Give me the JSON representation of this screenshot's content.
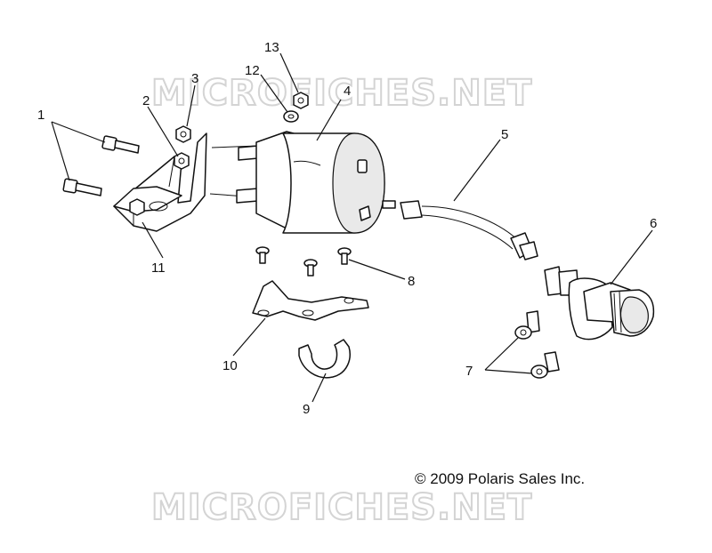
{
  "watermark": {
    "text": "MICROFICHES.NET"
  },
  "copyright": {
    "text": "© 2009 Polaris Sales Inc."
  },
  "callouts": {
    "c1": "1",
    "c2": "2",
    "c3": "3",
    "c4": "4",
    "c5": "5",
    "c6": "6",
    "c7": "7",
    "c8": "8",
    "c9": "9",
    "c10": "10",
    "c11": "11",
    "c12": "12",
    "c13": "13"
  },
  "colors": {
    "line": "#111111",
    "watermark_outline": "#d4d4d4",
    "background": "#ffffff"
  }
}
